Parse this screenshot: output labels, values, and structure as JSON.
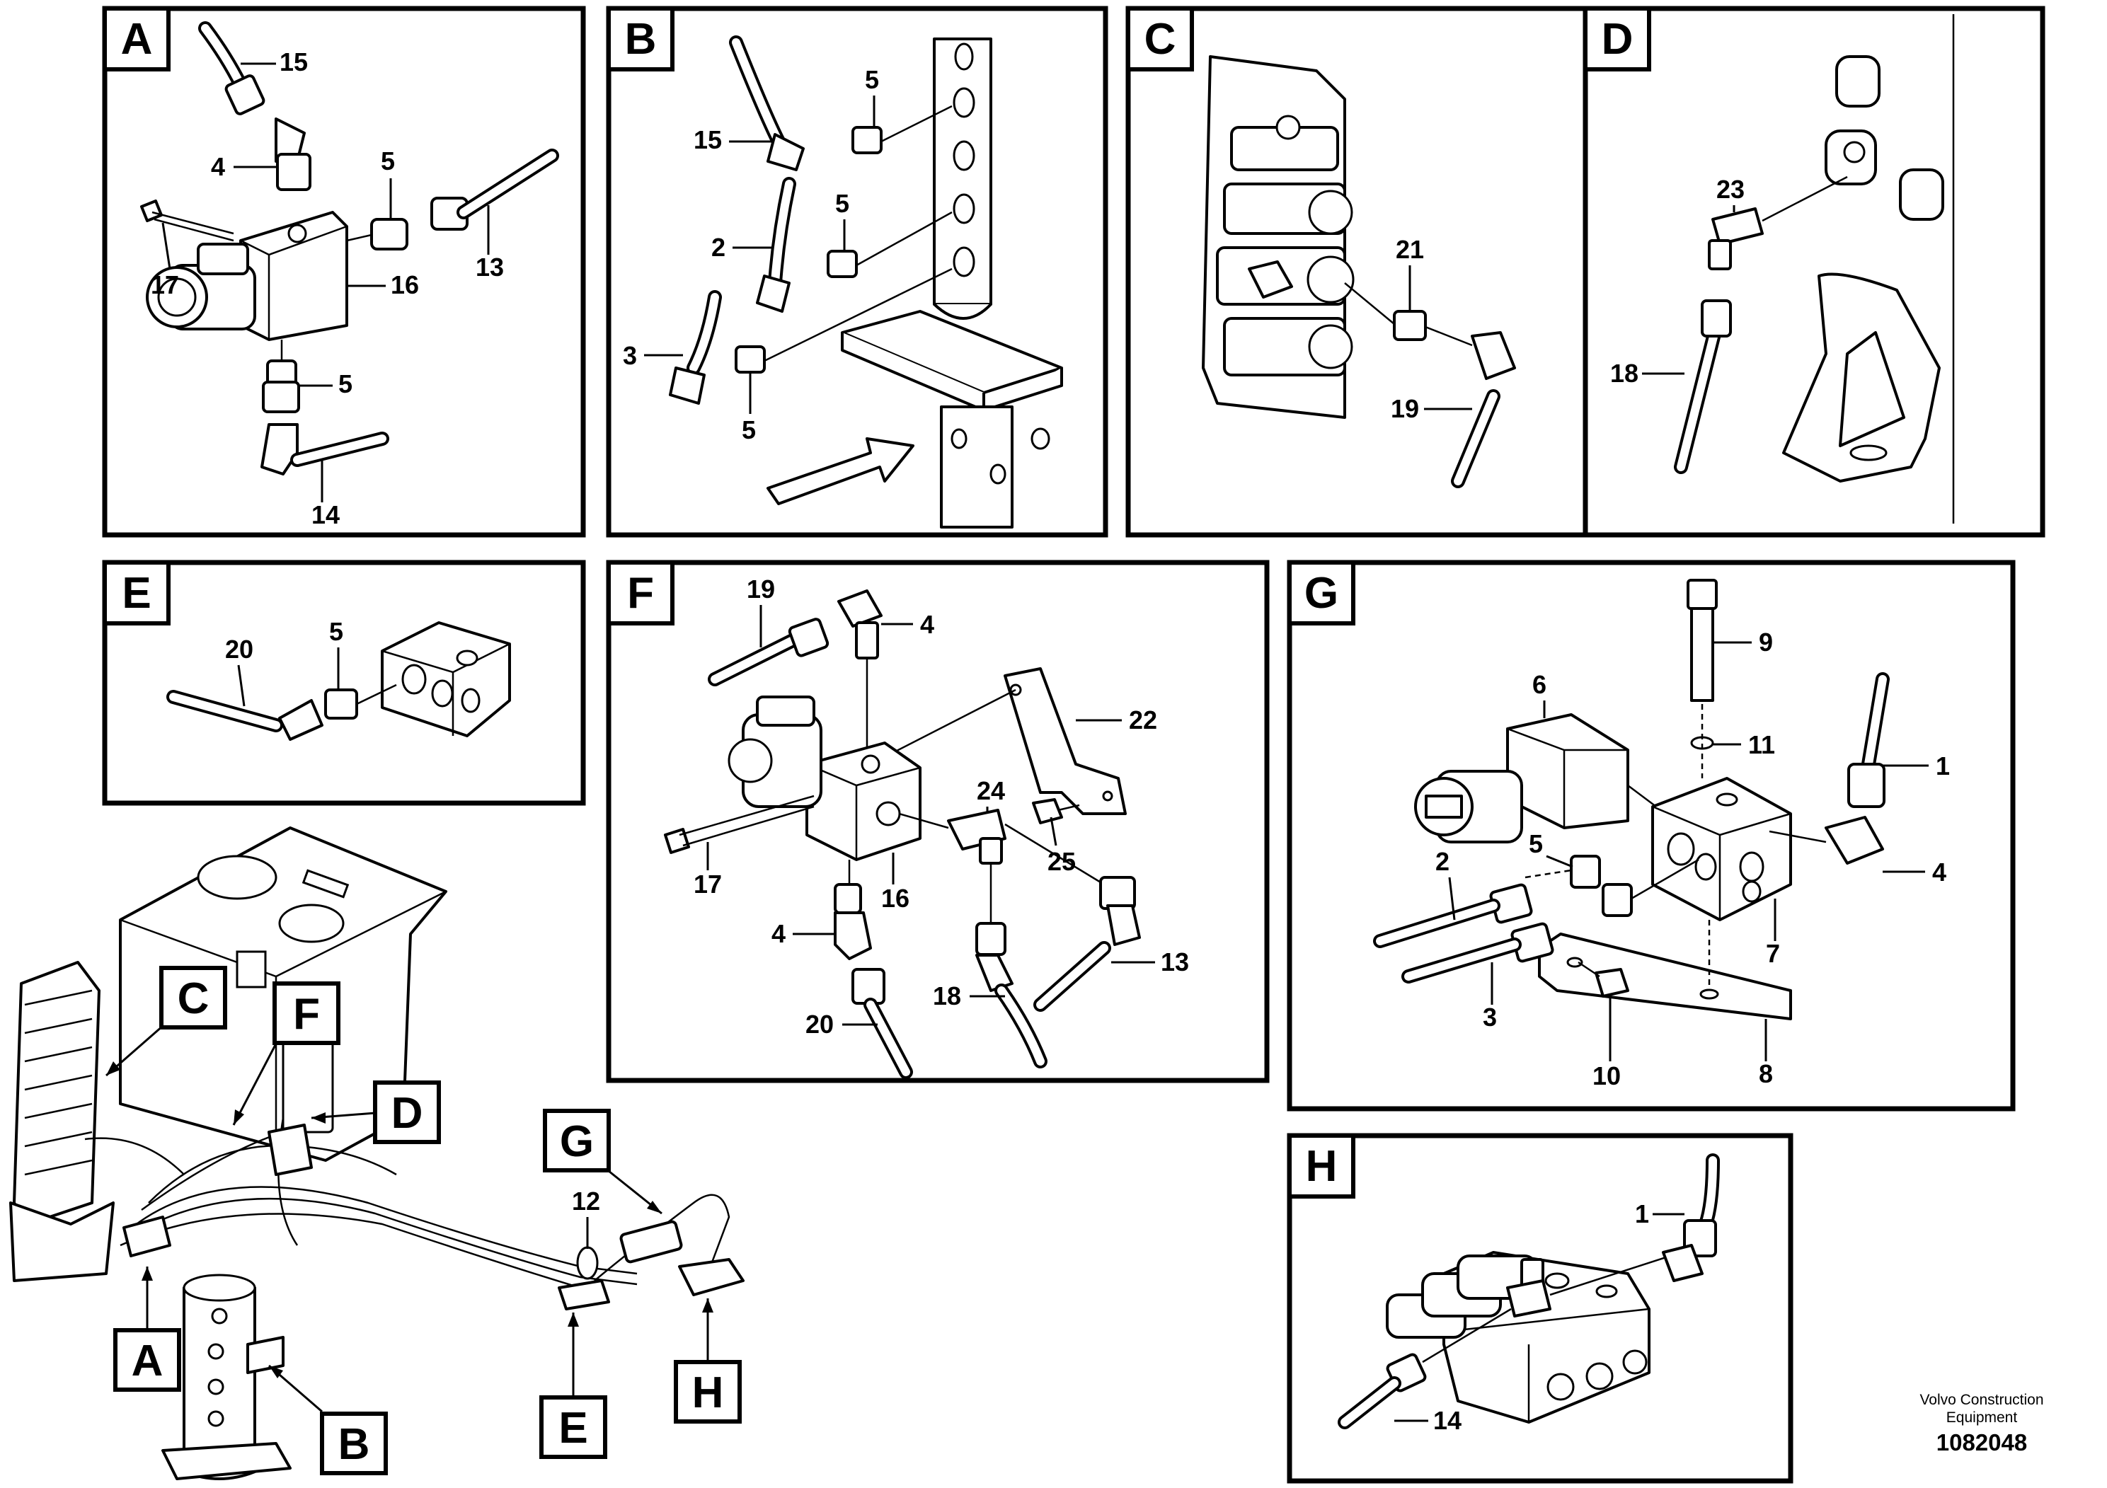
{
  "panels": [
    {
      "letter": "A",
      "labels": [
        "15",
        "4",
        "5",
        "17",
        "16",
        "13",
        "5",
        "14"
      ]
    },
    {
      "letter": "B",
      "labels": [
        "5",
        "15",
        "5",
        "2",
        "3",
        "5"
      ]
    },
    {
      "letter": "C",
      "labels": [
        "21",
        "19"
      ]
    },
    {
      "letter": "D",
      "labels": [
        "23",
        "18"
      ]
    },
    {
      "letter": "E",
      "labels": [
        "20",
        "5"
      ]
    },
    {
      "letter": "F",
      "labels": [
        "19",
        "4",
        "22",
        "24",
        "17",
        "16",
        "25",
        "4",
        "18",
        "13",
        "20"
      ]
    },
    {
      "letter": "G",
      "labels": [
        "9",
        "6",
        "11",
        "1",
        "2",
        "5",
        "4",
        "7",
        "3",
        "10",
        "8"
      ]
    },
    {
      "letter": "H",
      "labels": [
        "1",
        "14"
      ]
    }
  ],
  "overview": {
    "callouts": [
      "C",
      "F",
      "D",
      "G",
      "A",
      "B",
      "E",
      "H"
    ],
    "part_label": "12"
  },
  "footer": {
    "brand_line1": "Volvo Construction",
    "brand_line2": "Equipment",
    "doc_number": "1082048"
  }
}
